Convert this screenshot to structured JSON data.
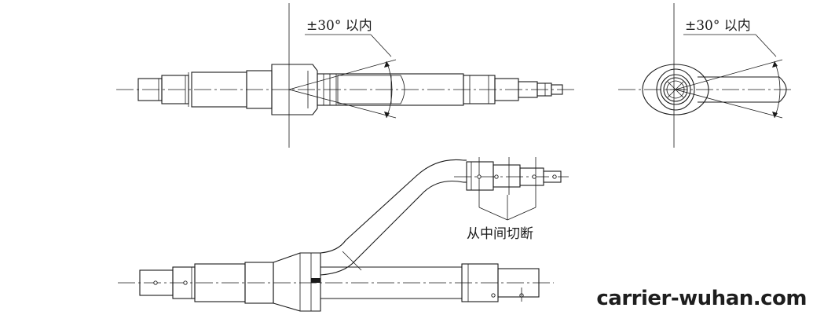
{
  "labels": {
    "angle_left": "±30° 以内",
    "angle_right": "±30° 以内",
    "cut_note": "从中间切断"
  },
  "watermark": "carrier-wuhan.com"
}
